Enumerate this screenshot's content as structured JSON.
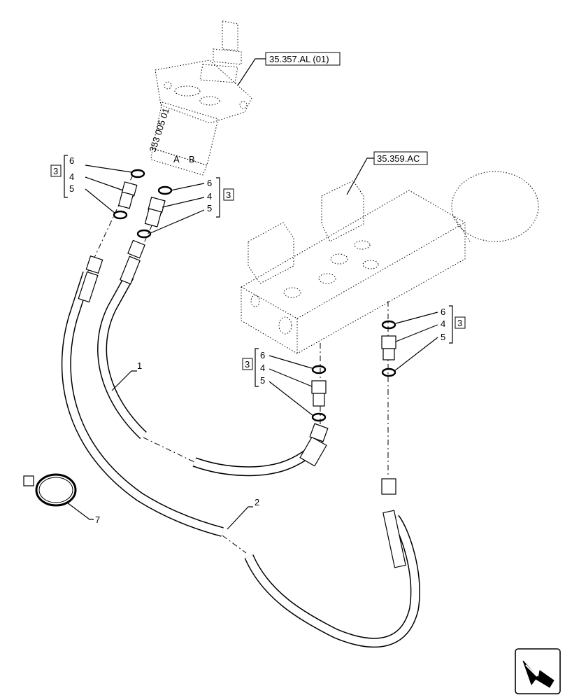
{
  "references": {
    "valve_ref": "35.357.AL (01)",
    "block_ref": "35.359.AC"
  },
  "kit_label": "3",
  "kit_items": {
    "item6": "6",
    "item4": "4",
    "item5": "5"
  },
  "parts": {
    "hose_1": "1",
    "hose_2": "2",
    "strap_7": "7"
  },
  "valve_marking": {
    "stamp": "353 005 01",
    "port_a": "A",
    "port_b": "B"
  },
  "icons": {
    "nav": "arrow-navigation-icon"
  }
}
